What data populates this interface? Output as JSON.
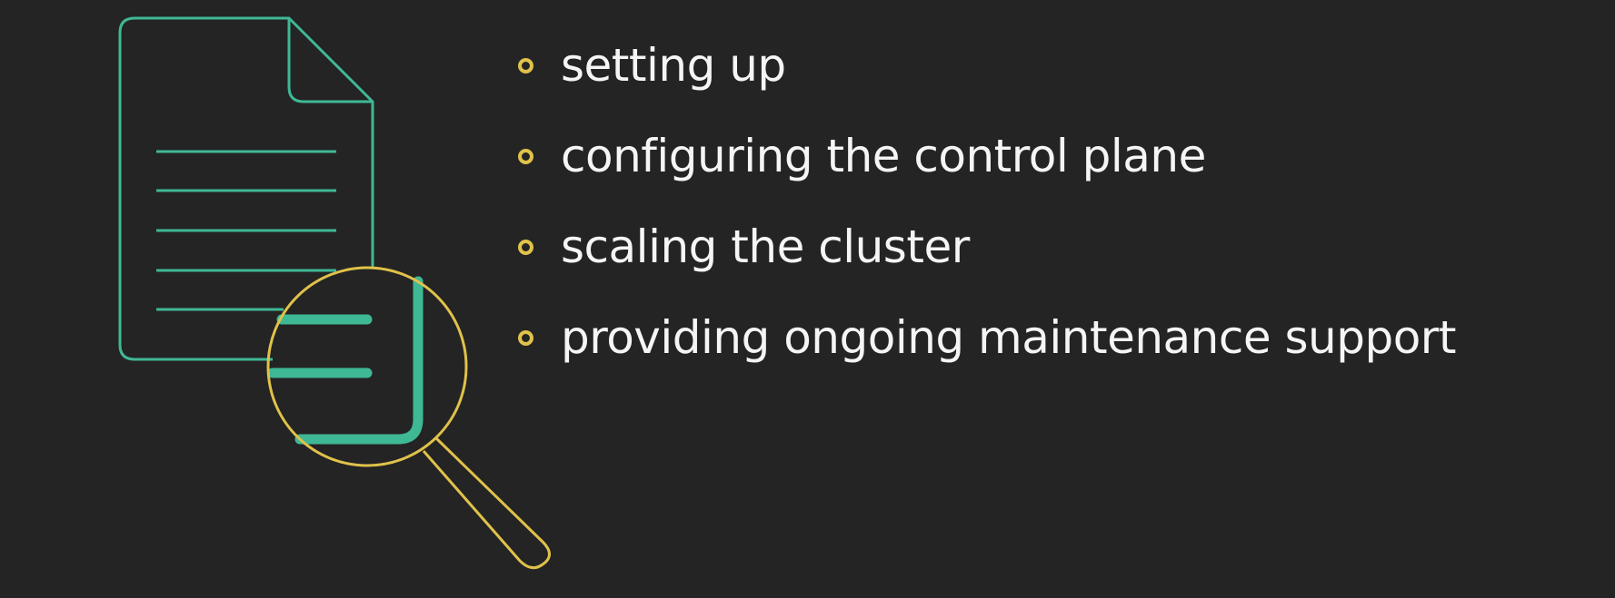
{
  "colors": {
    "background": "#242424",
    "document_stroke": "#3fb895",
    "magnifier_stroke": "#e0c24a",
    "bullet_marker": "#e0c24a",
    "text": "#f5f5f5"
  },
  "illustration": {
    "document_icon": "document-icon",
    "magnifier_icon": "magnifying-glass-icon"
  },
  "bullets": [
    {
      "text": "setting up"
    },
    {
      "text": "configuring the control plane"
    },
    {
      "text": "scaling the cluster"
    },
    {
      "text": "providing ongoing maintenance support"
    }
  ]
}
